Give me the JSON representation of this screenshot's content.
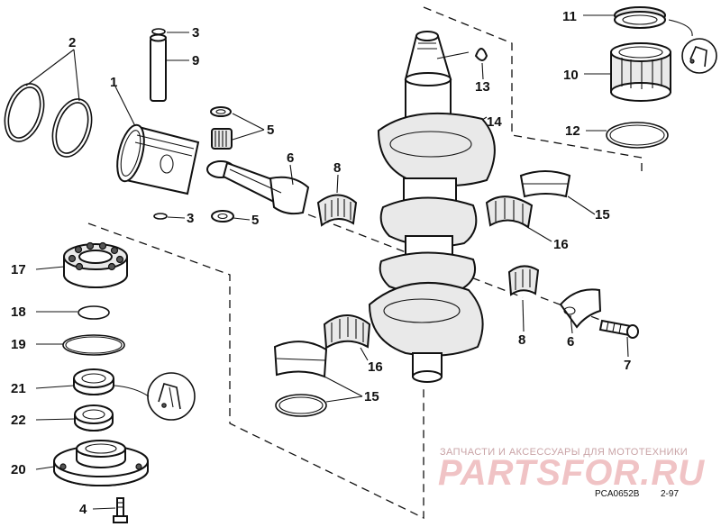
{
  "callouts": {
    "c1": "1",
    "c2": "2",
    "c3a": "3",
    "c3b": "3",
    "c4": "4",
    "c5a": "5",
    "c5b": "5",
    "c6a": "6",
    "c6b": "6",
    "c7": "7",
    "c8a": "8",
    "c8b": "8",
    "c9": "9",
    "c10": "10",
    "c11": "11",
    "c12": "12",
    "c13": "13",
    "c14": "14",
    "c15a": "15",
    "c15b": "15",
    "c16a": "16",
    "c16b": "16",
    "c17": "17",
    "c18": "18",
    "c19": "19",
    "c20": "20",
    "c21": "21",
    "c22": "22"
  },
  "watermark": {
    "caption": "ЗАПЧАСТИ И АКСЕССУАРЫ ДЛЯ МОТОТЕХНИКИ",
    "brand": "PARTSFOR.RU"
  },
  "footer": {
    "drawing_code": "PCA0652B",
    "date_code": "2-97"
  }
}
